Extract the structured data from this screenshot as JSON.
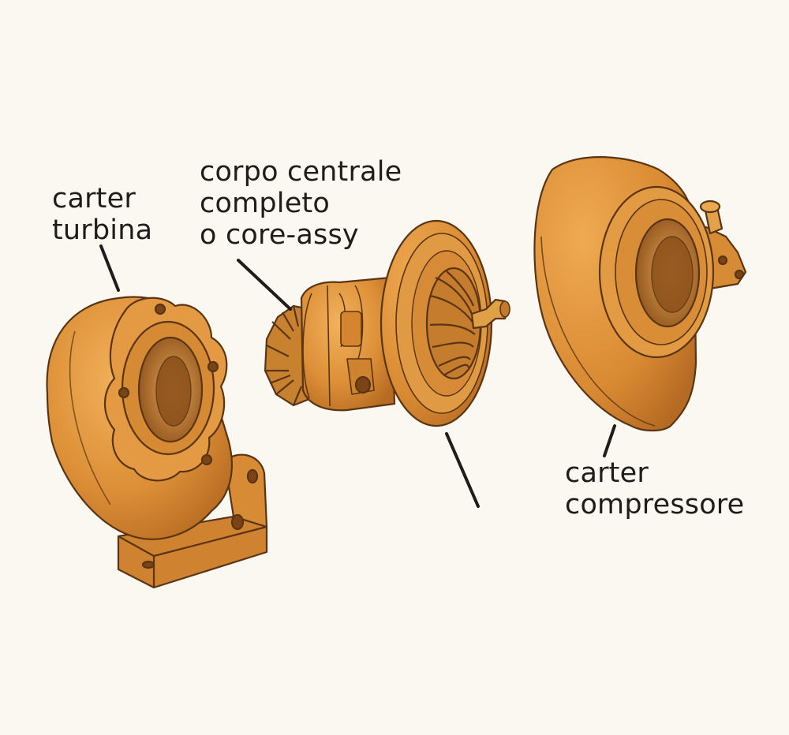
{
  "labels": {
    "turbine_housing": {
      "line1": "carter",
      "line2": "turbina"
    },
    "core_assembly": {
      "line1": "corpo centrale",
      "line2": "completo",
      "line3": "o core-assy"
    },
    "compressor_housing": {
      "line1": "carter",
      "line2": "compressore"
    }
  },
  "colors": {
    "background": "#fbf7f1",
    "part_light": "#e9a24a",
    "part_mid": "#d4862f",
    "part_dark": "#a4611f",
    "outline": "#5a3514",
    "ink": "#1f1c19"
  }
}
